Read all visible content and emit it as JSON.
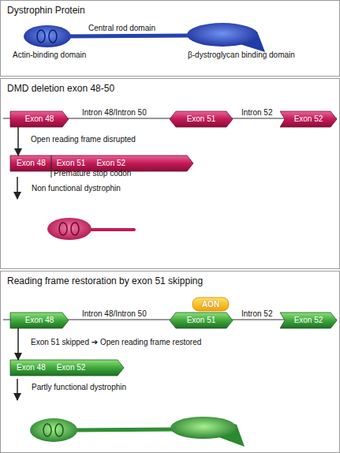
{
  "diagram": {
    "nodes": [
      {
        "text": [
          "Dystrophin Protein"
        ]
      },
      {
        "text": [
          "DMD deletion exon 48-50"
        ]
      },
      {
        "text": [
          "Exon 48"
        ],
        "in": 1
      },
      {
        "text": [
          "Exon 51"
        ],
        "in": 1
      },
      {
        "text": [
          "Exon 52"
        ],
        "in": 1
      },
      {
        "text": [
          "Exon 48",
          "Exon 51",
          "Exon 52"
        ],
        "in": 1
      },
      {
        "text": [
          "Reading frame restoration by exon 51 skipping"
        ]
      },
      {
        "text": [
          "AON"
        ],
        "in": 6
      },
      {
        "text": [
          "Exon 48"
        ],
        "in": 6
      },
      {
        "text": [
          "Exon 51"
        ],
        "in": 6
      },
      {
        "text": [
          "Exon 52"
        ],
        "in": 6
      },
      {
        "text": [
          "Exon 48",
          "Exon 52"
        ],
        "in": 6
      }
    ],
    "edges": [
      {
        "from": 2,
        "to": 5,
        "arrow": "to",
        "label": "Open reading frame disrupted"
      },
      {
        "from": 8,
        "to": 11,
        "arrow": "to",
        "label": "Exon 51 skipped ➔ Open reading frame restored"
      }
    ],
    "labels": [
      "Central rod domain",
      "Actin-binding domain",
      "β-dystroglycan binding domain",
      "Intron 48/Intron 50",
      "Intron 52",
      "Premature stop codon",
      "Non functional dystrophin",
      "Intron 48/Intron 50",
      "Intron 52",
      "Partly functional dystrophin"
    ]
  }
}
